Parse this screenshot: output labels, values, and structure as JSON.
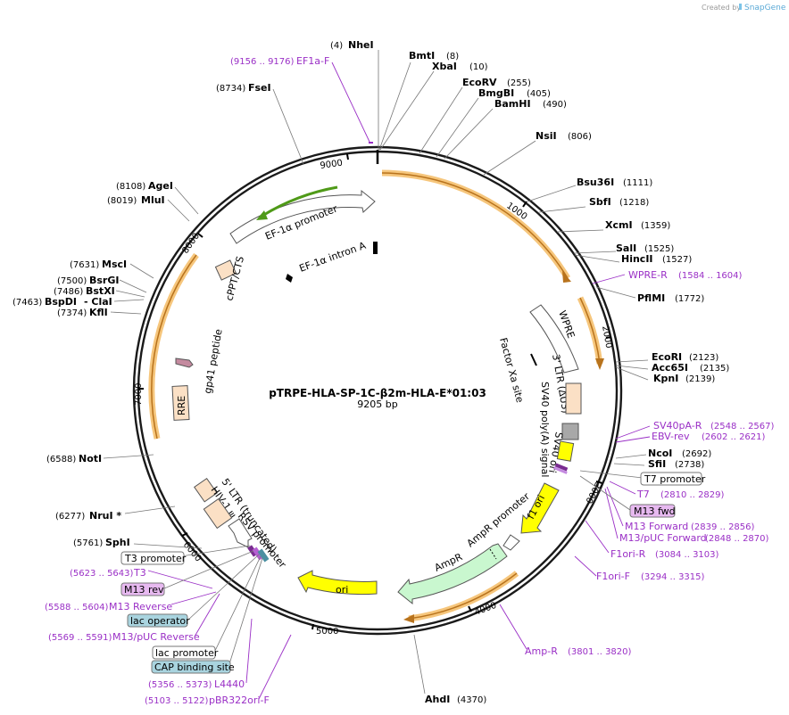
{
  "credit": {
    "created_by": "Created by",
    "brand": "SnapGene"
  },
  "plasmid": {
    "name": "pTRPE-HLA-SP-1C-β2m-HLA-E*01:03",
    "size": "9205 bp"
  },
  "ticks": [
    "1000",
    "2000",
    "3000",
    "4000",
    "5000",
    "6000",
    "7000",
    "8000",
    "9000"
  ],
  "enzymes": [
    {
      "name": "NheI",
      "pos": "(4)"
    },
    {
      "name": "BmtI",
      "pos": "(8)"
    },
    {
      "name": "XbaI",
      "pos": "(10)"
    },
    {
      "name": "EcoRV",
      "pos": "(255)"
    },
    {
      "name": "BmgBI",
      "pos": "(405)"
    },
    {
      "name": "BamHI",
      "pos": "(490)"
    },
    {
      "name": "NsiI",
      "pos": "(806)"
    },
    {
      "name": "Bsu36I",
      "pos": "(1111)"
    },
    {
      "name": "SbfI",
      "pos": "(1218)"
    },
    {
      "name": "XcmI",
      "pos": "(1359)"
    },
    {
      "name": "SalI",
      "pos": "(1525)"
    },
    {
      "name": "HincII",
      "pos": "(1527)"
    },
    {
      "name": "PflMI",
      "pos": "(1772)"
    },
    {
      "name": "EcoRI",
      "pos": "(2123)"
    },
    {
      "name": "Acc65I",
      "pos": "(2135)"
    },
    {
      "name": "KpnI",
      "pos": "(2139)"
    },
    {
      "name": "NcoI",
      "pos": "(2692)"
    },
    {
      "name": "SfiI",
      "pos": "(2738)"
    },
    {
      "name": "AhdI",
      "pos": "(4370)"
    },
    {
      "name": "SphI",
      "pos": "(5761)"
    },
    {
      "name": "NruI *",
      "pos": "(6277)"
    },
    {
      "name": "NotI",
      "pos": "(6588)"
    },
    {
      "name": "KflI",
      "pos": "(7374)"
    },
    {
      "name": "BspDI",
      "pos": "(7463)"
    },
    {
      "name": "- ClaI",
      "pos": ""
    },
    {
      "name": "BstXI",
      "pos": "(7486)"
    },
    {
      "name": "BsrGI",
      "pos": "(7500)"
    },
    {
      "name": "MscI",
      "pos": "(7631)"
    },
    {
      "name": "MluI",
      "pos": "(8019)"
    },
    {
      "name": "AgeI",
      "pos": "(8108)"
    },
    {
      "name": "FseI",
      "pos": "(8734)"
    }
  ],
  "primers": [
    {
      "name": "EF1a-F",
      "range": "(9156 .. 9176)"
    },
    {
      "name": "WPRE-R",
      "range": "(1584 .. 1604)"
    },
    {
      "name": "SV40pA-R",
      "range": "(2548 .. 2567)"
    },
    {
      "name": "EBV-rev",
      "range": "(2602 .. 2621)"
    },
    {
      "name": "T7",
      "range": "(2810 .. 2829)"
    },
    {
      "name": "M13 Forward",
      "range": "(2839 .. 2856)"
    },
    {
      "name": "M13/pUC Forward",
      "range": "(2848 .. 2870)"
    },
    {
      "name": "F1ori-R",
      "range": "(3084 .. 3103)"
    },
    {
      "name": "F1ori-F",
      "range": "(3294 .. 3315)"
    },
    {
      "name": "Amp-R",
      "range": "(3801 .. 3820)"
    },
    {
      "name": "pBR322ori-F",
      "range": "(5103 .. 5122)"
    },
    {
      "name": "L4440",
      "range": "(5356 .. 5373)"
    },
    {
      "name": "M13/pUC Reverse",
      "range": "(5569 .. 5591)"
    },
    {
      "name": "M13 Reverse",
      "range": "(5588 .. 5604)"
    },
    {
      "name": "T3",
      "range": "(5623 .. 5643)"
    }
  ],
  "boxed_labels": {
    "t7_promoter": "T7 promoter",
    "m13_fwd": "M13 fwd",
    "t3_promoter": "T3 promoter",
    "m13_rev": "M13 rev",
    "lac_operator": "lac operator",
    "lac_promoter": "lac promoter",
    "cap_site": "CAP binding site"
  },
  "features": {
    "ef1a_promoter": "EF-1α promoter",
    "ef1a_intron": "EF-1α intron A",
    "cppt": "cPPT/CTS",
    "gp41": "gp41 peptide",
    "rre": "RRE",
    "wpre": "WPRE",
    "factor_xa": "Factor Xa site",
    "ltr3": "3' LTR (ΔU3)",
    "sv40_polya": "SV40 poly(A) signal",
    "sv40_ori": "SV40 ori",
    "f1_ori": "f1 ori",
    "ampr_promoter": "AmpR promoter",
    "ampr": "AmpR",
    "ori": "ori",
    "ltr5": "5' LTR (truncated)",
    "hiv_psi": "HIV-1 ψ",
    "rsv_promoter": "RSV promoter"
  },
  "colors": {
    "primer": "#9a2fc6",
    "orf_highlight": "#f6c67c",
    "orf_line": "#b8731d",
    "ef1a_green": "#4f9a18",
    "f1_yellow": "#ffff00",
    "ampr_green": "#c9f7cf",
    "box_peach": "#fbe0c5",
    "box_lavender": "#e7b9f0",
    "box_teal": "#a9d4df"
  }
}
